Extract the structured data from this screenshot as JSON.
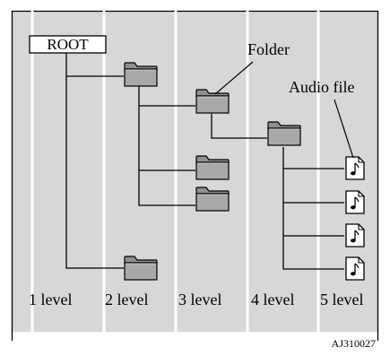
{
  "root_label": "ROOT",
  "callouts": {
    "folder": "Folder",
    "audio_file": "Audio file"
  },
  "levels": [
    "1 level",
    "2 level",
    "3 level",
    "4 level",
    "5 level"
  ],
  "figure_code": "AJ310027",
  "colors": {
    "background": "#d7d7d7",
    "folder_fill": "#a8a8a8",
    "folder_stroke": "#000000",
    "divider": "#ffffff",
    "line": "#000000"
  },
  "icons": {
    "folder": "folder-icon",
    "audio_file": "music-note-file-icon"
  },
  "tree": {
    "root": "ROOT",
    "level2_folders": 2,
    "level3_folders": 3,
    "level4_folders": 1,
    "level5_audio_files": 4
  }
}
